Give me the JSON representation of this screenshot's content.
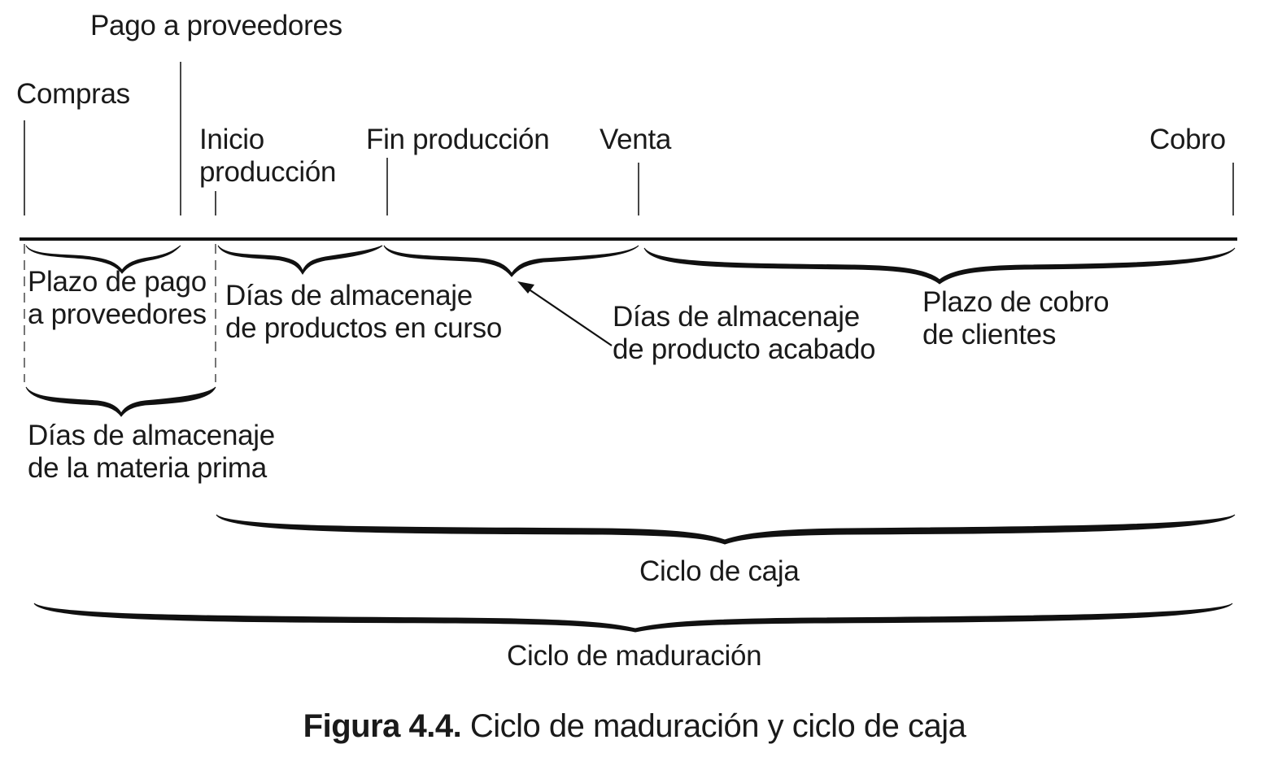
{
  "events": {
    "pago_proveedores": "Pago a proveedores",
    "compras": "Compras",
    "inicio_produccion": [
      "Inicio",
      "producción"
    ],
    "fin_produccion": "Fin producción",
    "venta": "Venta",
    "cobro": "Cobro"
  },
  "periods": {
    "plazo_pago": [
      "Plazo de pago",
      "a proveedores"
    ],
    "almacenaje_curso": [
      "Días de almacenaje",
      "de productos en curso"
    ],
    "almacenaje_acabado": [
      "Días de almacenaje",
      "de producto acabado"
    ],
    "plazo_cobro": [
      "Plazo de cobro",
      "de clientes"
    ],
    "almacenaje_materia": [
      "Días de almacenaje",
      "de la materia prima"
    ],
    "ciclo_caja": "Ciclo de caja",
    "ciclo_maduracion": "Ciclo de maduración"
  },
  "caption": {
    "label": "Figura 4.4.",
    "text": " Ciclo de maduración y ciclo de caja"
  }
}
